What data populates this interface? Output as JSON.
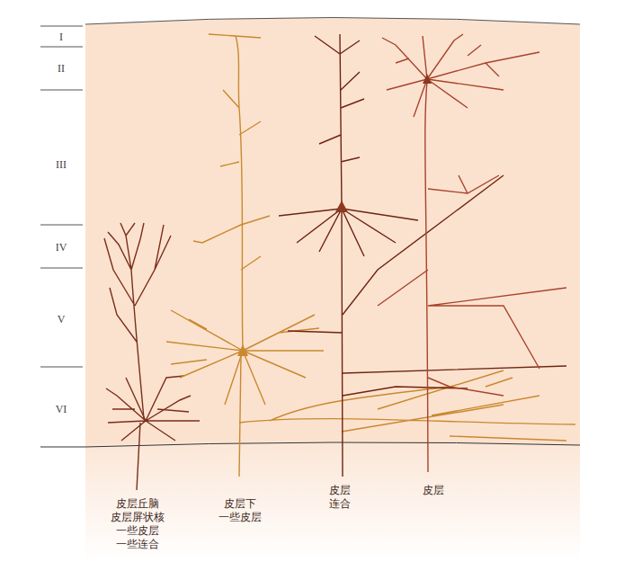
{
  "diagram": {
    "labels": [
      "I",
      "II",
      "III",
      "IV",
      "V",
      "VI",
      "皮层丘脑 皮层屏状核 一些皮层 一些连合",
      "皮层下 一些皮层",
      "皮层 连合",
      "皮层"
    ]
  }
}
